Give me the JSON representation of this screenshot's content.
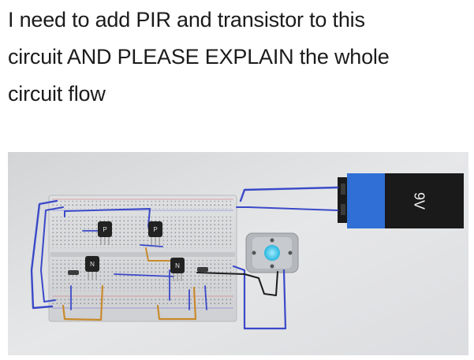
{
  "question": {
    "lines": [
      "I need to add PIR and transistor to this",
      "circuit AND PLEASE EXPLAIN the whole",
      "circuit flow"
    ]
  },
  "circuit_photo": {
    "battery_label": "9V",
    "transistor_labels": [
      "P",
      "P",
      "N",
      "N"
    ],
    "colors": {
      "wire_blue": "#3a49c8",
      "wire_orange": "#c98a2c",
      "wire_black": "#1c1c1c",
      "battery_blue": "#2f6fd6",
      "battery_black": "#1a1a1a",
      "led_cyan": "#36c5e8",
      "breadboard": "#d9dadc"
    }
  }
}
